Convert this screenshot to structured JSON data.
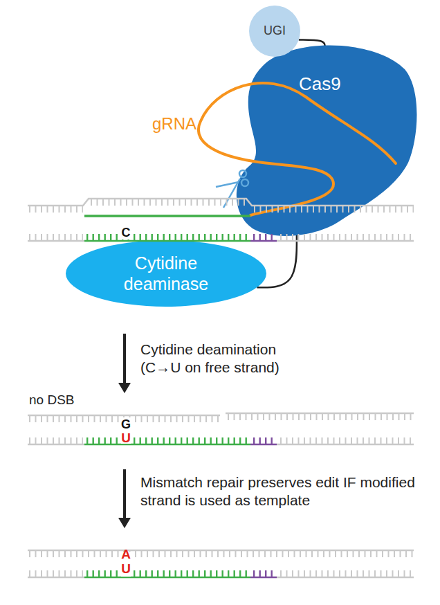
{
  "diagram": {
    "nodes": [
      {
        "text": [
          "UGI"
        ]
      },
      {
        "text": [
          "Cas9"
        ]
      },
      {
        "text": [
          "Cytidine deaminase"
        ]
      }
    ],
    "edges": [
      {
        "from": 0,
        "to": 1,
        "arrow": "none"
      },
      {
        "from": 2,
        "to": 1,
        "arrow": "none"
      }
    ],
    "labels": [
      "gRNA",
      "C",
      "Cytidine deamination (C→U on free strand)",
      "no DSB",
      "G",
      "U",
      "Mismatch repair preserves edit IF modified strand is used as template",
      "A",
      "U"
    ]
  }
}
